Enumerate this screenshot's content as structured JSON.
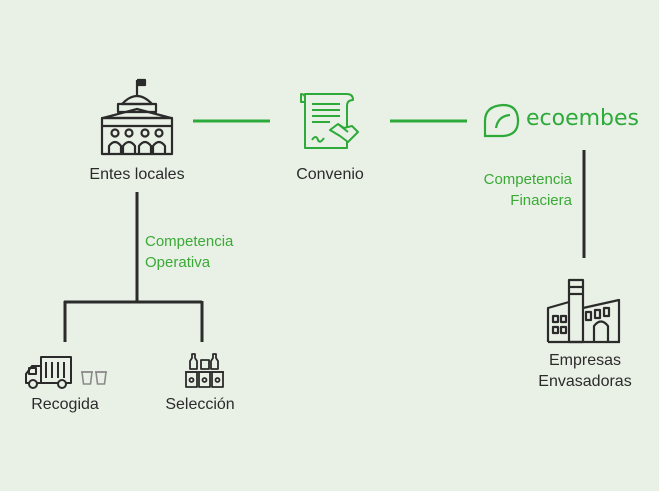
{
  "nodes": {
    "entes_locales": "Entes locales",
    "convenio": "Convenio",
    "ecoembes_brand": "ecoembes",
    "empresas_line1": "Empresas",
    "empresas_line2": "Envasadoras",
    "recogida": "Recogida",
    "seleccion": "Selección"
  },
  "edges": {
    "operativa_line1": "Competencia",
    "operativa_line2": "Operativa",
    "financiera_line1": "Competencia",
    "financiera_line2": "Finaciera"
  },
  "colors": {
    "background": "#e9f1e6",
    "accent_green": "#2eaa3a",
    "dark": "#2b2b2b"
  },
  "icons": [
    "town-hall-icon",
    "contract-handshake-icon",
    "ecoembes-leaf-icon",
    "factory-icon",
    "garbage-truck-icon",
    "waste-bins-icon",
    "recycling-containers-icon"
  ]
}
